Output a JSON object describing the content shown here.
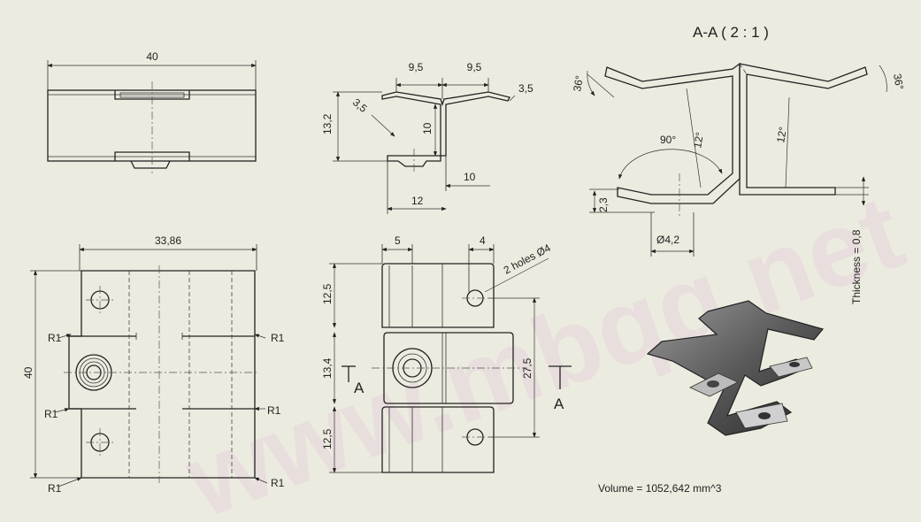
{
  "title": "A-A ( 2 : 1 )",
  "watermark": "www.mbqq.net",
  "volume": "Volume = 1052,642 mm^3",
  "thickness": "Thickness = 0,8",
  "top_view": {
    "width": "40"
  },
  "front_view": {
    "d1": "9,5",
    "d2": "9,5",
    "d3": "3,5",
    "d4": "3,5",
    "height": "13,2",
    "flange": "10",
    "vert": "10",
    "base": "12"
  },
  "plan_view": {
    "width": "33,86",
    "height": "40",
    "r": [
      "R1",
      "R1",
      "R1",
      "R1",
      "R1",
      "R1"
    ]
  },
  "side_view": {
    "d5": "5",
    "d4": "4",
    "holes": "2 holes Ø4",
    "h1": "12,5",
    "h2": "13,4",
    "h3": "12,5",
    "span": "27,5",
    "sec": "A"
  },
  "section": {
    "a1": "36°",
    "a2": "36°",
    "a3": "12°",
    "a4": "12°",
    "a5": "90°",
    "h": "2,3",
    "dia": "Ø4,2"
  }
}
